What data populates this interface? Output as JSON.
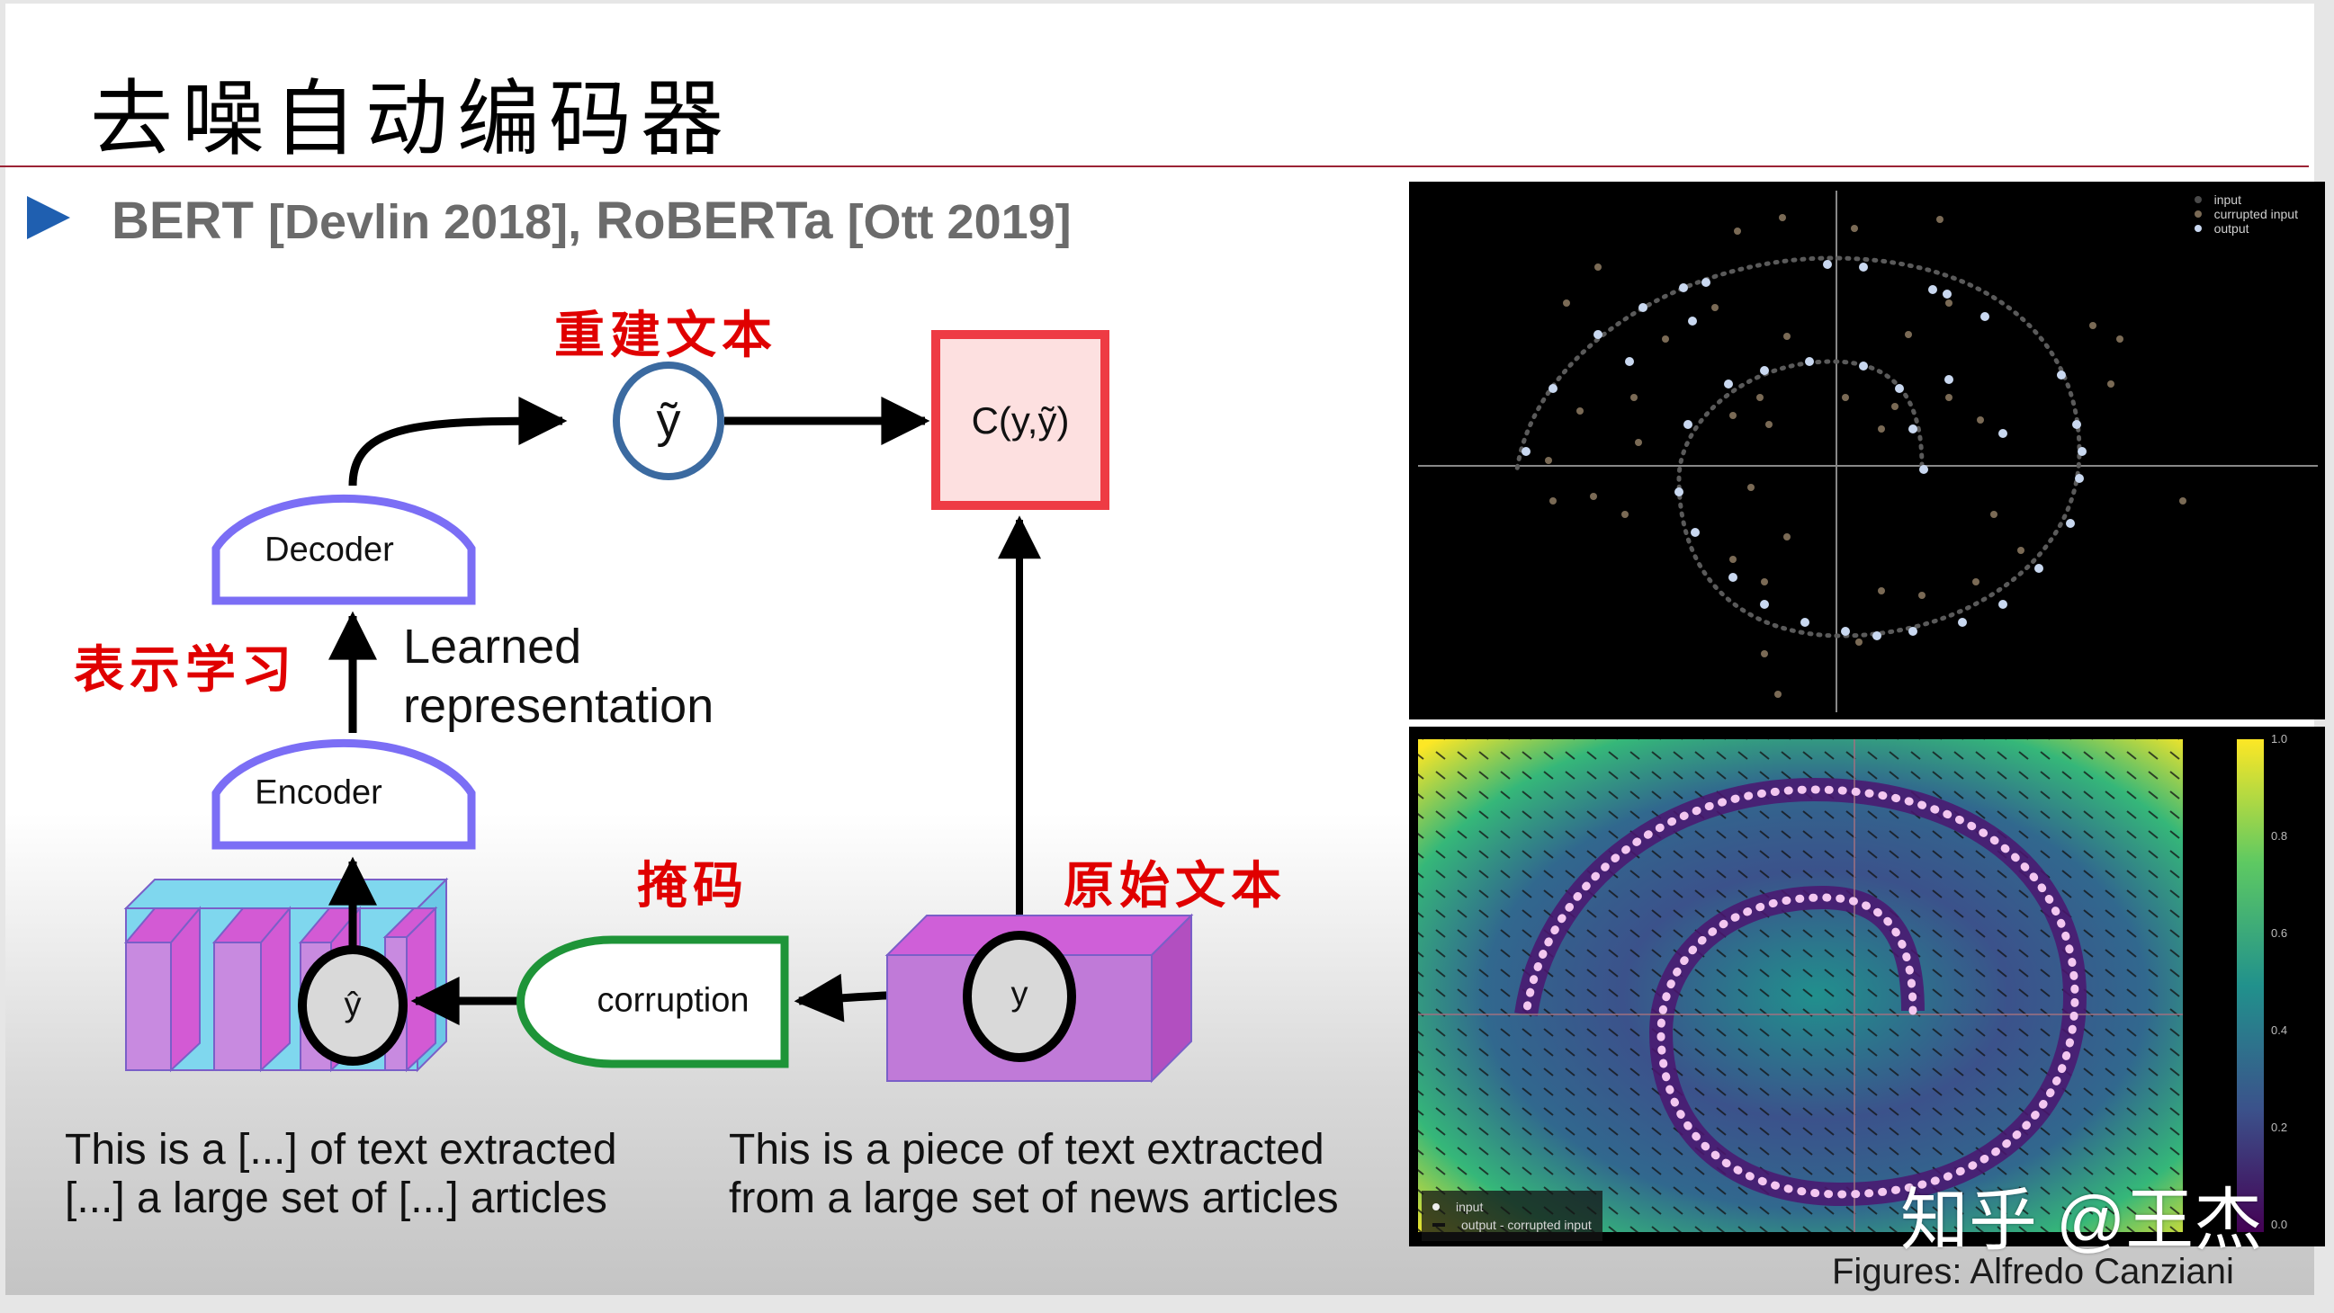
{
  "slide": {
    "title": "去噪自动编码器",
    "bullet": {
      "model1": "BERT",
      "ref1": "[Devlin 2018],",
      "model2": "RoBERTa",
      "ref2": "[Ott 2019]"
    },
    "colors": {
      "divider": "#9b2335",
      "bullet": "#1f5fb0",
      "annotation_red": "#e00000",
      "encoder_decoder_border": "#7b6ef5",
      "corruption_border": "#1e9438",
      "cost_border": "#ee3b44",
      "cost_fill": "#fde0e0",
      "y_tilde_border": "#3b6aa0",
      "text_block": "#c07ad8"
    }
  },
  "diagram": {
    "annotations": {
      "reconstructed_text": "重建文本",
      "representation_learning": "表示学习",
      "masking": "掩码",
      "original_text": "原始文本"
    },
    "nodes": {
      "decoder": "Decoder",
      "encoder": "Encoder",
      "y_tilde": "ỹ",
      "cost": "C(y,ỹ)",
      "corruption": "corruption",
      "y": "y",
      "y_hat": "ŷ"
    },
    "learned_representation": [
      "Learned",
      "representation"
    ],
    "captions": {
      "corrupted": [
        "This is a [...] of text extracted",
        "[...] a large set of [...] articles"
      ],
      "original": [
        "This is a piece of text extracted",
        "from a large set of news articles"
      ]
    }
  },
  "figures": {
    "top_plot": {
      "legend": [
        "input",
        "currupted input",
        "output"
      ],
      "legend_colors": [
        "#4a4a4a",
        "#7a6a55",
        "#c9d8f0"
      ]
    },
    "bottom_plot": {
      "legend": [
        "input",
        "output - corrupted input"
      ],
      "colorbar_ticks": [
        "1.0",
        "0.8",
        "0.6",
        "0.4",
        "0.2",
        "0.0"
      ]
    },
    "watermark": "知乎 @王杰",
    "credit": "Figures: Alfredo Canziani"
  }
}
